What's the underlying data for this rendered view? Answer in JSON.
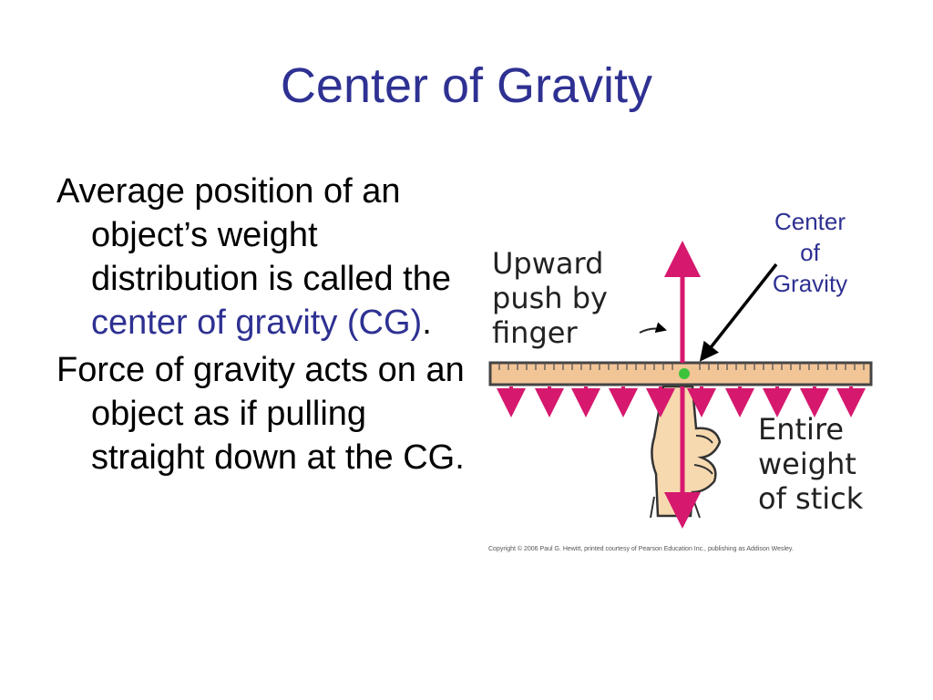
{
  "slide": {
    "title": "Center of Gravity",
    "bullets": [
      {
        "text_before": "Average position of an object’s weight distribution is called the ",
        "highlight": "center of gravity (CG)",
        "text_after": "."
      },
      {
        "text": "Force of gravity acts on an object as if pulling straight down at the CG."
      }
    ]
  },
  "figure": {
    "callout_label": [
      "Center",
      "of",
      "Gravity"
    ],
    "upward_label": [
      "Upward",
      "push by",
      "finger"
    ],
    "weight_label": [
      "Entire",
      "weight",
      "of stick"
    ],
    "copyright": "Copyright © 2006 Paul G. Hewitt, printed courtesy of Pearson Education Inc., publishing as Addison Wesley."
  },
  "colors": {
    "title": "#2e3192",
    "highlight": "#2e3192",
    "stick": "#f2c597",
    "arrow": "#d6186e",
    "cg_dot": "#3cc33c",
    "hand": "#f7d9b0"
  }
}
